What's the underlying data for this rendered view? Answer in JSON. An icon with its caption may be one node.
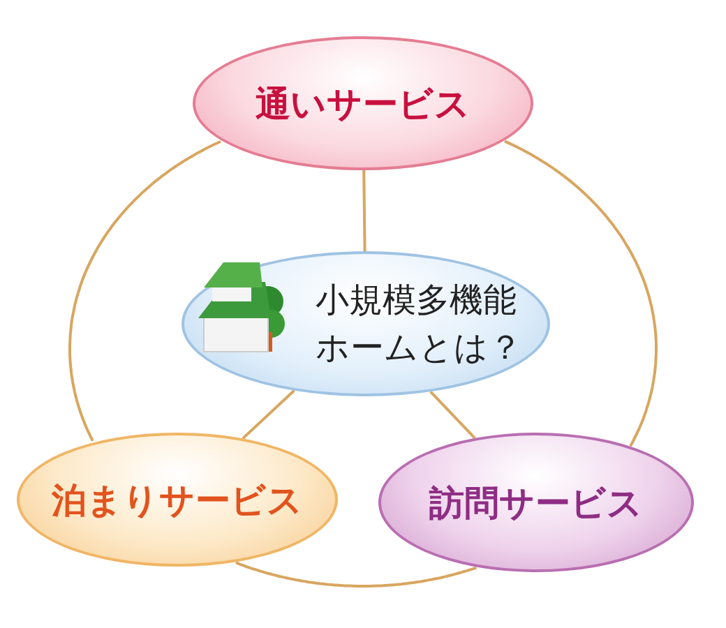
{
  "diagram": {
    "nodes": [
      {
        "text": [
          "通いサービス"
        ]
      },
      {
        "text": [
          "小規模多機能ホームとは？"
        ]
      },
      {
        "text": [
          "泊まりサービス"
        ]
      },
      {
        "text": [
          "訪問サービス"
        ]
      }
    ],
    "edges": [
      {
        "from": 0,
        "to": 1,
        "arrow": "none"
      },
      {
        "from": 1,
        "to": 2,
        "arrow": "none"
      },
      {
        "from": 1,
        "to": 3,
        "arrow": "none"
      },
      {
        "from": 0,
        "to": 2,
        "arrow": "none"
      },
      {
        "from": 0,
        "to": 3,
        "arrow": "none"
      },
      {
        "from": 2,
        "to": 3,
        "arrow": "none"
      }
    ]
  }
}
